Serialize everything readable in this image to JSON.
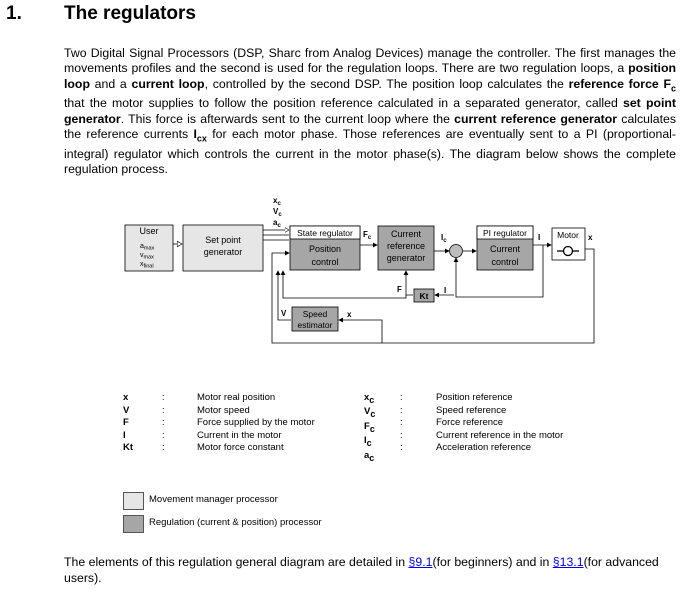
{
  "heading": {
    "number": "1.",
    "title": "The regulators"
  },
  "intro": [
    {
      "t": "Two Digital Signal Processors (DSP, Sharc from Analog Devices) manage the controller. The first manages the movements profiles and the second is used for the regulation loops. There are two regulation loops, a "
    },
    {
      "t": "position loop",
      "b": true
    },
    {
      "t": " and a "
    },
    {
      "t": "current loop",
      "b": true
    },
    {
      "t": ", controlled by the second DSP. The position loop calculates the "
    },
    {
      "t": "reference force F",
      "b": true
    },
    {
      "t": "c",
      "b": true,
      "sub": true
    },
    {
      "t": " that the motor supplies to follow the position reference calculated in a separated generator, called "
    },
    {
      "t": "set point generator",
      "b": true
    },
    {
      "t": ". This force is afterwards sent to the current loop where the "
    },
    {
      "t": "current reference generator",
      "b": true
    },
    {
      "t": " calculates the reference currents "
    },
    {
      "t": "I",
      "b": true
    },
    {
      "t": "cx",
      "b": true,
      "sub": true
    },
    {
      "t": " for each motor phase. Those references are eventually sent to a PI (proportional-integral) regulator which controls the current in the motor phase(s). The diagram below shows the complete regulation process."
    }
  ],
  "diagram": {
    "user_label": "User",
    "user_params": [
      "a",
      "v",
      "x"
    ],
    "user_params_sub": [
      "max",
      "max",
      "final"
    ],
    "set_point_line1": "Set point",
    "set_point_line2": "generator",
    "state_regulator": "State regulator",
    "position_control_1": "Position",
    "position_control_2": "control",
    "current_ref_1": "Current",
    "current_ref_2": "reference",
    "current_ref_3": "generator",
    "pi_regulator": "PI regulator",
    "current_control_1": "Current",
    "current_control_2": "control",
    "motor_label": "Motor",
    "speed_est_1": "Speed",
    "speed_est_2": "estimator",
    "kt_label": "Kt",
    "sig_x": "x",
    "sig_v": "V",
    "sig_f": "F",
    "sig_i": "I",
    "sig_fc": "F",
    "sig_fc_sub": "c",
    "sig_ic": "I",
    "sig_ic_sub": "c",
    "ref_xc": "x",
    "ref_vc": "V",
    "ref_ac": "a",
    "ref_sub": "c"
  },
  "legend_left": {
    "symbols": [
      "x",
      "V",
      "F",
      "I",
      "Kt"
    ],
    "separators": [
      ":",
      ":",
      ":",
      ":",
      ":"
    ],
    "descriptions": [
      "Motor real position",
      "Motor speed",
      "Force supplied by the motor",
      "Current in the motor",
      "Motor force constant"
    ]
  },
  "legend_right": {
    "symbols": [
      "x",
      "V",
      "F",
      "I",
      "a"
    ],
    "symbol_subs": [
      "c",
      "c",
      "c",
      "c",
      "c"
    ],
    "separators": [
      ":",
      ":",
      ":",
      ":",
      ":"
    ],
    "descriptions": [
      "Position reference",
      "Speed reference",
      "Force reference",
      "Current reference in the motor",
      "Acceleration reference"
    ]
  },
  "key": {
    "light_label": "Movement manager processor",
    "dark_label": "Regulation (current & position) processor",
    "light_color": "#e6e6e6",
    "dark_color": "#a6a6a6"
  },
  "closing": {
    "before": "The elements of this regulation general diagram are detailed in ",
    "link1": "§9.1",
    "middle": "(for beginners) and in ",
    "link2": "§13.1",
    "after": "(for advanced users)."
  }
}
